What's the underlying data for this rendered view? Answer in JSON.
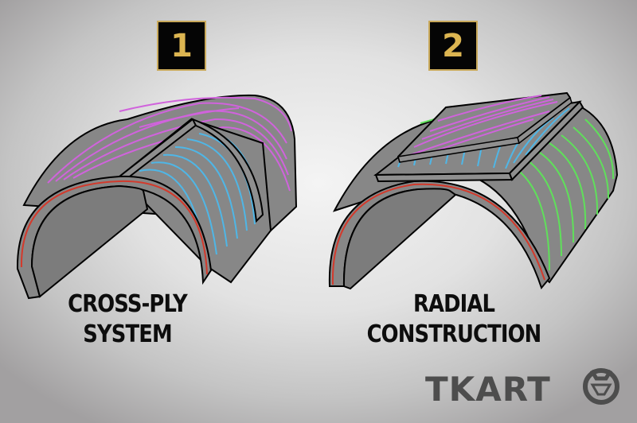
{
  "panels": [
    {
      "number": "1",
      "title_line1": "CROSS-PLY",
      "title_line2": "SYSTEM"
    },
    {
      "number": "2",
      "title_line1": "RADIAL",
      "title_line2": "CONSTRUCTION"
    }
  ],
  "brand": {
    "name": "TKART",
    "icon": "bull-head-icon"
  },
  "colors": {
    "badge_bg": "#050505",
    "badge_digit": "#dcb551",
    "casing": "#878787",
    "ply_purple": "#d063dc",
    "ply_blue": "#4fb6e6",
    "ply_green": "#5fe05a",
    "liner_red": "#d33a2c"
  }
}
